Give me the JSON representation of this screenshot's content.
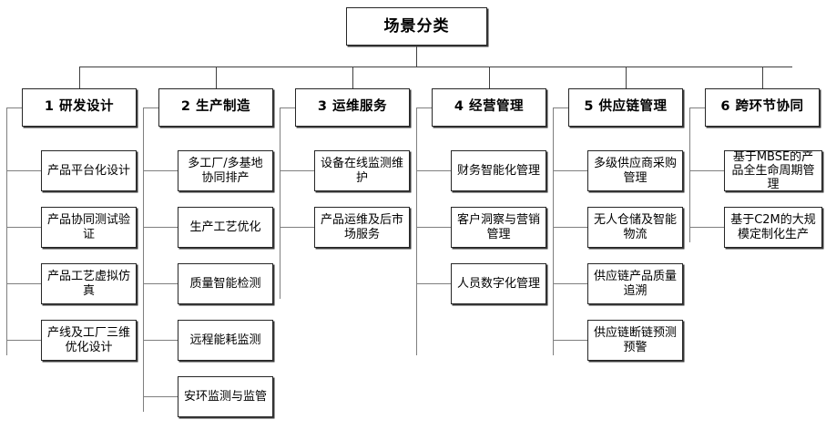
{
  "diagram": {
    "type": "organizational-tree",
    "title": "场景分类",
    "root": {
      "label": "场景分类"
    },
    "categories": [
      {
        "id": "cat-1",
        "label": "1 研发设计",
        "number": "1",
        "name": "研发设计",
        "items": [
          {
            "label": "产品平台化设计"
          },
          {
            "label": "产品协同测试验证"
          },
          {
            "label": "产品工艺虚拟仿真"
          },
          {
            "label": "产线及工厂三维优化设计"
          }
        ]
      },
      {
        "id": "cat-2",
        "label": "2 生产制造",
        "number": "2",
        "name": "生产制造",
        "items": [
          {
            "label": "多工厂/多基地协同排产"
          },
          {
            "label": "生产工艺优化"
          },
          {
            "label": "质量智能检测"
          },
          {
            "label": "远程能耗监测"
          },
          {
            "label": "安环监测与监管"
          }
        ]
      },
      {
        "id": "cat-3",
        "label": "3 运维服务",
        "number": "3",
        "name": "运维服务",
        "items": [
          {
            "label": "设备在线监测维护"
          },
          {
            "label": "产品运维及后市场服务"
          }
        ]
      },
      {
        "id": "cat-4",
        "label": "4 经营管理",
        "number": "4",
        "name": "经营管理",
        "items": [
          {
            "label": "财务智能化管理"
          },
          {
            "label": "客户洞察与营销管理"
          },
          {
            "label": "人员数字化管理"
          }
        ]
      },
      {
        "id": "cat-5",
        "label": "5 供应链管理",
        "number": "5",
        "name": "供应链管理",
        "items": [
          {
            "label": "多级供应商采购管理"
          },
          {
            "label": "无人仓储及智能物流"
          },
          {
            "label": "供应链产品质量追溯"
          },
          {
            "label": "供应链断链预测预警"
          }
        ]
      },
      {
        "id": "cat-6",
        "label": "6 跨环节协同",
        "number": "6",
        "name": "跨环节协同",
        "items": [
          {
            "label": "基于MBSE的产品全生命周期管理"
          },
          {
            "label": "基于C2M的大规模定制化生产"
          }
        ]
      }
    ],
    "colors": {
      "background": "#ffffff",
      "box_border": "#262626",
      "box_shadow": "#3a3a3a",
      "connector": "#7f7f7f",
      "connector_dark": "#3f3f3f",
      "text": "#000000"
    }
  }
}
